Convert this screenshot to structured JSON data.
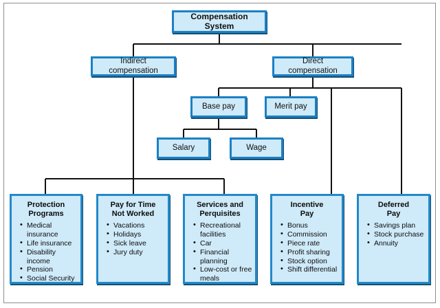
{
  "diagram": {
    "title": "Compensation System Hierarchy",
    "type": "org-chart",
    "colors": {
      "box_fill": "#cfeaf9",
      "box_border": "#1b80c4",
      "box_shadow": "#154c73",
      "connector": "#111111",
      "frame_border": "#8d8d8d",
      "text": "#101010"
    },
    "root": {
      "label": "Compensation System"
    },
    "level1": [
      {
        "label": "Indirect compensation"
      },
      {
        "label": "Direct compensation"
      }
    ],
    "level2": [
      {
        "label": "Base pay"
      },
      {
        "label": "Merit pay"
      }
    ],
    "level3": [
      {
        "label": "Salary"
      },
      {
        "label": "Wage"
      }
    ],
    "leaves": [
      {
        "title": "Protection\nPrograms",
        "items": [
          "Medical insurance",
          "Life insurance",
          "Disability income",
          "Pension",
          "Social Security"
        ]
      },
      {
        "title": "Pay for Time\nNot Worked",
        "items": [
          "Vacations",
          "Holidays",
          "Sick leave",
          "Jury duty"
        ]
      },
      {
        "title": "Services and\nPerquisites",
        "items": [
          "Recreational facilities",
          "Car",
          "Financial planning",
          "Low-cost or free meals"
        ]
      },
      {
        "title": "Incentive\nPay",
        "items": [
          "Bonus",
          "Commission",
          "Piece rate",
          "Profit sharing",
          "Stock option",
          "Shift differential"
        ]
      },
      {
        "title": "Deferred\nPay",
        "items": [
          "Savings plan",
          "Stock purchase",
          "Annuity"
        ]
      }
    ]
  }
}
